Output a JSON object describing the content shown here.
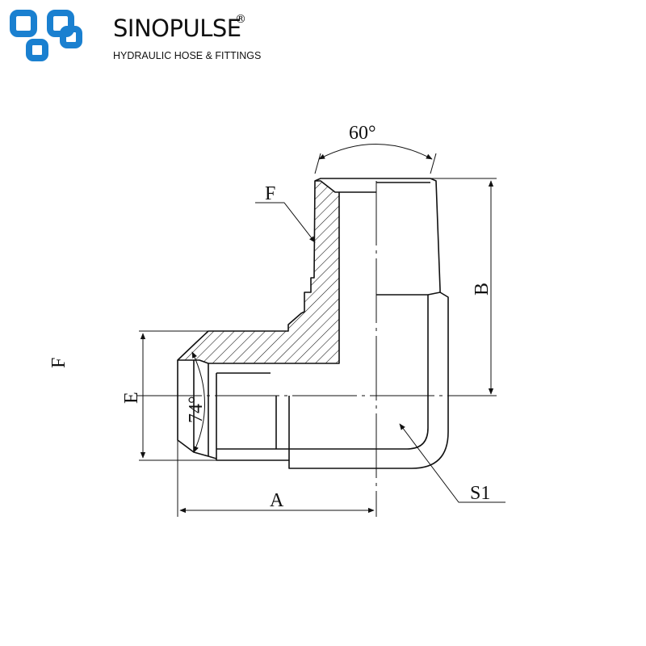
{
  "header": {
    "brand_name": "SINOPULSE",
    "registered_mark": "®",
    "tagline": "HYDRAULIC HOSE & FITTINGS",
    "logo_icon": "linked-squares-logo-icon",
    "logo_color": "#1a80d0"
  },
  "drawing": {
    "angle_top_label": "60°",
    "angle_left_label": "74°",
    "label_F": "F",
    "label_B": "B",
    "label_E": "E",
    "label_A": "A",
    "label_S1": "S1",
    "stray_mark": "F",
    "line_color": "#111111"
  }
}
